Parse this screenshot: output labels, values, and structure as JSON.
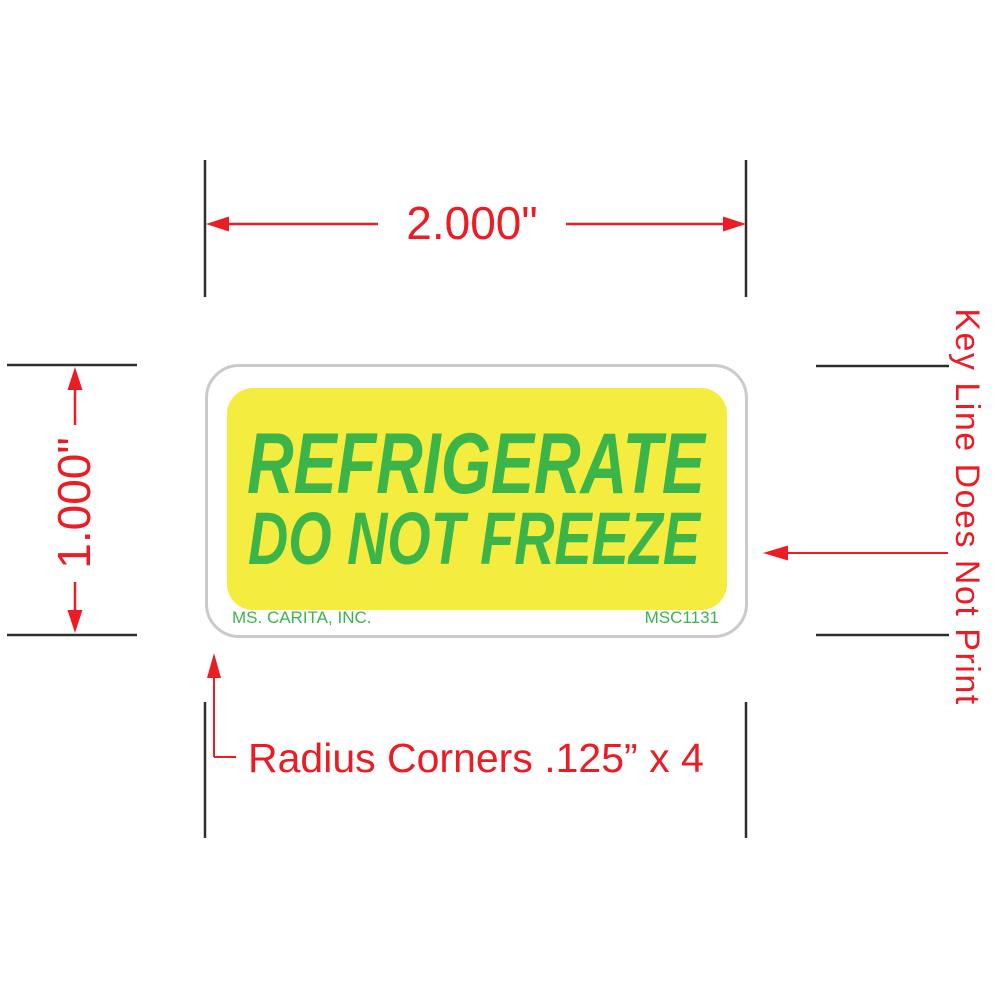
{
  "dimensions": {
    "width_label": "2.000\"",
    "height_label": "1.000\""
  },
  "annotations": {
    "keyline_note": "Key Line Does Not Print",
    "radius_note": "Radius Corners .125” x 4"
  },
  "label": {
    "line1": "REFRIGERATE",
    "line2": "DO NOT FREEZE",
    "brand": "MS. CARITA, INC.",
    "item_code": "MSC1131"
  },
  "colors": {
    "annotation_red": "#EC1C24",
    "label_green": "#3BB54A",
    "label_yellow": "#F4EC3F",
    "keyline_gray": "#C9CACB",
    "crop_mark_black": "#2E2E2E"
  }
}
